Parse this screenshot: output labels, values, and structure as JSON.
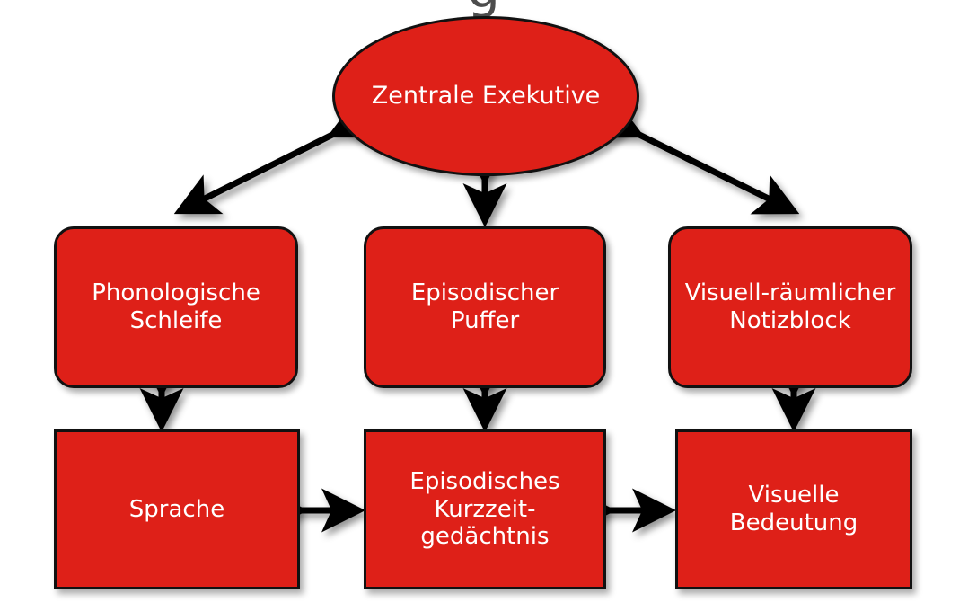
{
  "page": {
    "title_fragment": "g",
    "background_color": "#ffffff",
    "node_fill_color": "#de2018",
    "node_border_color": "#111111",
    "node_text_color": "#ffffff",
    "arrow_color": "#000000"
  },
  "diagram": {
    "type": "block-diagram",
    "nodes": [
      {
        "id": "zentrale-exekutive",
        "label": "Zentrale Exekutive",
        "shape": "ellipse",
        "row": "top"
      },
      {
        "id": "phonologische-schleife",
        "label": "Phonologische\nSchleife",
        "shape": "rounded-rectangle",
        "row": "middle"
      },
      {
        "id": "episodischer-puffer",
        "label": "Episodischer\nPuffer",
        "shape": "rounded-rectangle",
        "row": "middle"
      },
      {
        "id": "visuell-raeumlicher-notizblock",
        "label": "Visuell-räumlicher\nNotizblock",
        "shape": "rounded-rectangle",
        "row": "middle"
      },
      {
        "id": "sprache",
        "label": "Sprache",
        "shape": "rectangle",
        "row": "bottom"
      },
      {
        "id": "episodisches-kurzzeitgedaechtnis",
        "label": "Episodisches\nKurzzeit-\ngedächtnis",
        "shape": "rectangle",
        "row": "bottom"
      },
      {
        "id": "visuelle-bedeutung",
        "label": "Visuelle\nBedeutung",
        "shape": "rectangle",
        "row": "bottom"
      }
    ],
    "connectors": [
      {
        "from": "zentrale-exekutive",
        "to": "phonologische-schleife",
        "style": "double-headed",
        "orientation": "diagonal-left"
      },
      {
        "from": "zentrale-exekutive",
        "to": "episodischer-puffer",
        "style": "double-headed",
        "orientation": "vertical"
      },
      {
        "from": "zentrale-exekutive",
        "to": "visuell-raeumlicher-notizblock",
        "style": "double-headed",
        "orientation": "diagonal-right"
      },
      {
        "from": "phonologische-schleife",
        "to": "sprache",
        "style": "double-headed",
        "orientation": "vertical"
      },
      {
        "from": "episodischer-puffer",
        "to": "episodisches-kurzzeitgedaechtnis",
        "style": "double-headed",
        "orientation": "vertical"
      },
      {
        "from": "visuell-raeumlicher-notizblock",
        "to": "visuelle-bedeutung",
        "style": "double-headed",
        "orientation": "vertical"
      },
      {
        "from": "sprache",
        "to": "episodisches-kurzzeitgedaechtnis",
        "style": "double-headed",
        "orientation": "horizontal"
      },
      {
        "from": "episodisches-kurzzeitgedaechtnis",
        "to": "visuelle-bedeutung",
        "style": "double-headed",
        "orientation": "horizontal"
      }
    ]
  }
}
